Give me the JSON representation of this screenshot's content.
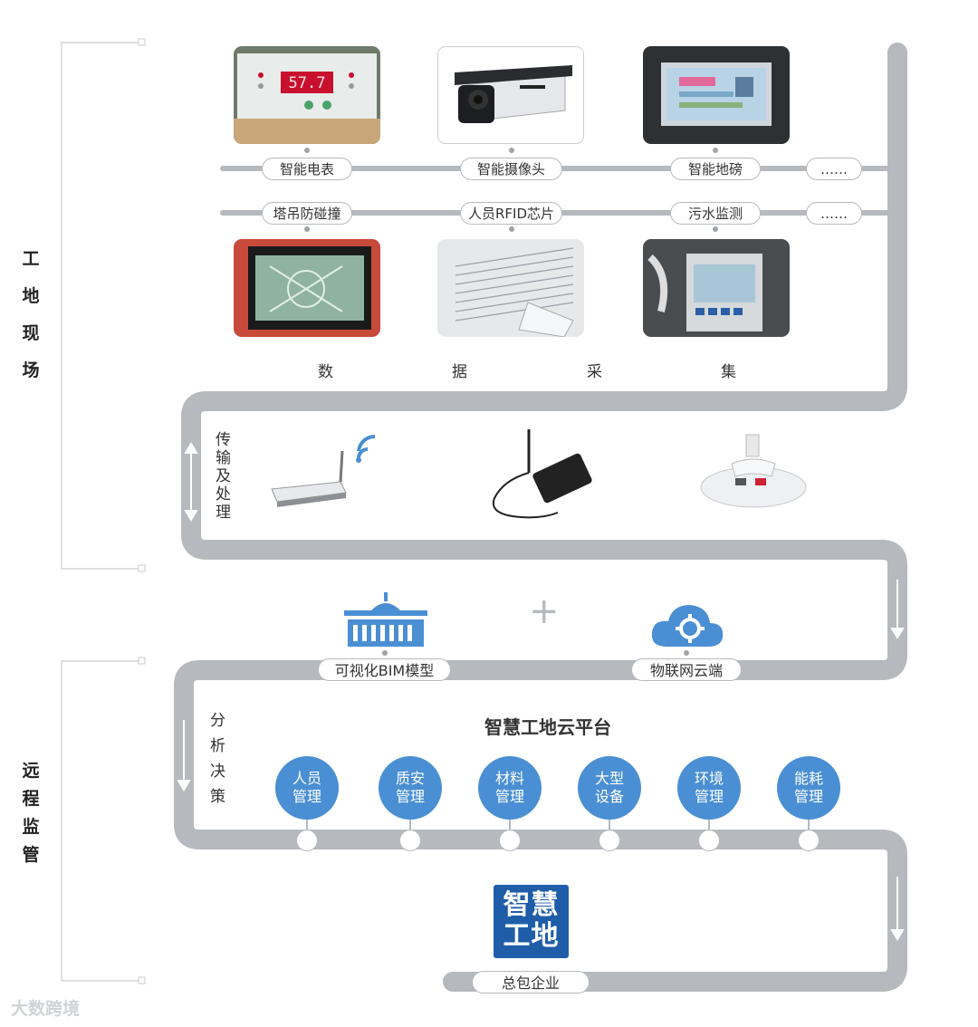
{
  "side_labels": {
    "site": [
      "工",
      "地",
      "现",
      "场"
    ],
    "remote": [
      "远",
      "程",
      "监",
      "管"
    ]
  },
  "sensors_top": [
    "智能电表",
    "智能摄像头",
    "智能地磅",
    "……"
  ],
  "sensors_bottom": [
    "塔吊防碰撞",
    "人员RFID芯片",
    "污水监测",
    "……"
  ],
  "collect_label": [
    "数",
    "据",
    "采",
    "集"
  ],
  "transmit_label": [
    "传",
    "输",
    "及",
    "处",
    "理"
  ],
  "cloud_row": {
    "bim": "可视化BIM模型",
    "iot": "物联网云端"
  },
  "analysis_label": [
    "分",
    "析",
    "决",
    "策"
  ],
  "platform_title": "智慧工地云平台",
  "modules": [
    {
      "line1": "人员",
      "line2": "管理"
    },
    {
      "line1": "质安",
      "line2": "管理"
    },
    {
      "line1": "材料",
      "line2": "管理"
    },
    {
      "line1": "大型",
      "line2": "设备"
    },
    {
      "line1": "环境",
      "line2": "管理"
    },
    {
      "line1": "能耗",
      "line2": "管理"
    }
  ],
  "logo": {
    "line1": "智慧",
    "line2": "工地"
  },
  "contractor": "总包企业",
  "watermark": "大数跨境",
  "colors": {
    "pipe": "#b6b9bd",
    "accent_blue": "#4a8fd3",
    "logo_blue": "#1f5da8"
  }
}
